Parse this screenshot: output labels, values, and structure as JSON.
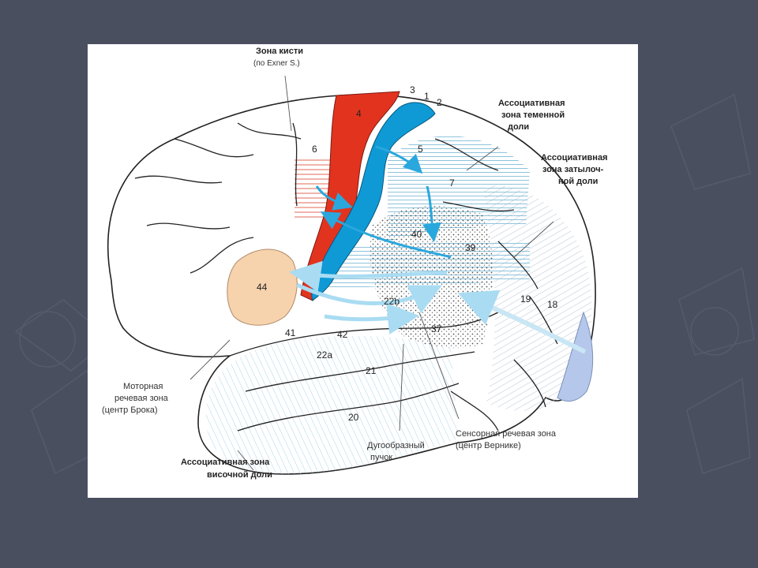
{
  "colors": {
    "slide_background": "#4a4f60",
    "motor_cortex": "#e2331f",
    "sensory_cortex": "#0f9ad6",
    "broca_area": "#f6d2ad",
    "visual_cortex": "#b5c7ea",
    "pathway_arrow": "#2aa7dd",
    "light_pathway": "#bfe4f6"
  },
  "labels": {
    "hand_zone_title": "Зона кисти",
    "hand_zone_source": "(по Exner S.)",
    "parietal_title_1": "Ассоциативная",
    "parietal_title_2": "зона теменной",
    "parietal_title_3": "доли",
    "occipital_title_1": "Ассоциативная",
    "occipital_title_2": "зона затылоч-",
    "occipital_title_3": "ной доли",
    "motor_speech_1": "Моторная",
    "motor_speech_2": "речевая зона",
    "motor_speech_3": "(центр Брока)",
    "temporal_title_1": "Ассоциативная зона",
    "temporal_title_2": "височной доли",
    "arcuate_1": "Дугообразный",
    "arcuate_2": "пучок",
    "sensory_speech_1": "Сенсорная речевая зона",
    "sensory_speech_2": "(центр Вернике)"
  },
  "areas": {
    "a1": "1",
    "a2": "2",
    "a3": "3",
    "a4": "4",
    "a5": "5",
    "a6": "6",
    "a7": "7",
    "a18": "18",
    "a19": "19",
    "a20": "20",
    "a21": "21",
    "a22a": "22a",
    "a22b": "22b",
    "a37": "37",
    "a39": "39",
    "a40": "40",
    "a41": "41",
    "a42": "42",
    "a44": "44"
  }
}
